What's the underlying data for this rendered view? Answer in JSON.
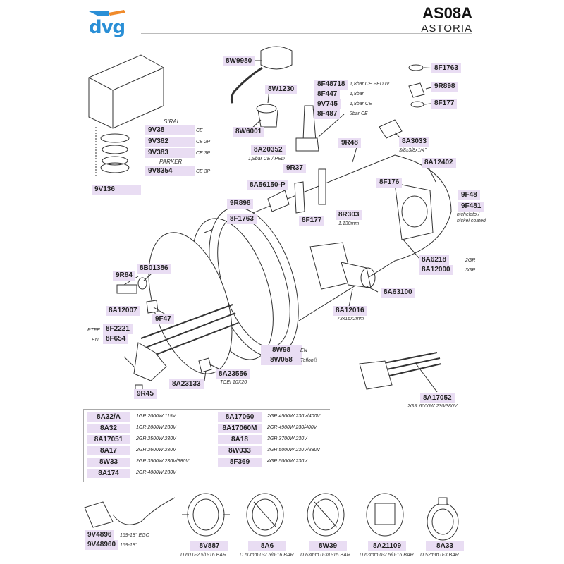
{
  "header": {
    "brand": "dvg",
    "code": "AS08A",
    "model": "ASTORIA"
  },
  "colors": {
    "label_bg": "#e9ddf3",
    "brand": "#2a8fd6"
  },
  "parts": {
    "p8W9980": "8W9980",
    "p8W1230": "8W1230",
    "p8W6001": "8W6001",
    "p8F48718": "8F48718",
    "n8F48718": "1,8bar CE PED IV",
    "p8F447": "8F447",
    "n8F447": "1,8bar",
    "p9V745": "9V745",
    "n9V745": "1,8bar CE",
    "p8F487": "8F487",
    "n8F487": "2bar CE",
    "p8F1763a": "8F1763",
    "p9R898a": "9R898",
    "p8F177a": "8F177",
    "sirai": "SIRAI",
    "p9V38": "9V38",
    "n9V38": "CE",
    "p9V382": "9V382",
    "n9V382": "CE 2P",
    "p9V383": "9V383",
    "n9V383": "CE 3P",
    "parker": "PARKER",
    "p9V8354": "9V8354",
    "n9V8354": "CE 3P",
    "p9V136": "9V136",
    "p8A20352": "8A20352",
    "n8A20352": "1,9bar CE / PED",
    "p9R48": "9R48",
    "p8A3033": "8A3033",
    "n8A3033": "3/8x3/8x1/4\"",
    "p8A12402": "8A12402",
    "p9R37": "9R37",
    "p8A56150P": "8A56150-P",
    "p8F176": "8F176",
    "p9F48": "9F48",
    "p9F481": "9F481",
    "n9F481": "nichelato /\nnickel coated",
    "p9R898b": "9R898",
    "p8F1763b": "8F1763",
    "p8F177b": "8F177",
    "p8R303": "8R303",
    "n8R303": "1.130mm",
    "p8A6218": "8A6218",
    "n8A6218": "2GR",
    "p8A12000": "8A12000",
    "n8A12000": "3GR",
    "p8B01386": "8B01386",
    "p9R84": "9R84",
    "p8A63100": "8A63100",
    "p8A12016": "8A12016",
    "n8A12016": "73x16x2mm",
    "p8A12007": "8A12007",
    "p9F47": "9F47",
    "ptfe": "PTFE",
    "p8F2221": "8F2221",
    "en": "EN",
    "p8F654": "8F654",
    "p8W98": "8W98",
    "n8W98": "EN",
    "p8W058": "8W058",
    "n8W058": "Teflon®",
    "p8A23556": "8A23556",
    "n8A23556": "TCEI 10X20",
    "p8A23133": "8A23133",
    "p9R45": "9R45",
    "p8A17052": "8A17052",
    "n8A17052": "2GR 6000W 230/380V"
  },
  "heating_table": {
    "left": [
      {
        "code": "8A32/A",
        "desc": "1GR 2000W 115V"
      },
      {
        "code": "8A32",
        "desc": "1GR 2000W 230V"
      },
      {
        "code": "8A17051",
        "desc": "2GR 2500W 230V"
      },
      {
        "code": "8A17",
        "desc": "2GR 2600W 230V"
      },
      {
        "code": "8W33",
        "desc": "2GR 3500W 230V/380V"
      },
      {
        "code": "8A174",
        "desc": "2GR 4000W 230V"
      }
    ],
    "right": [
      {
        "code": "8A17060",
        "desc": "2GR 4500W 230V/400V"
      },
      {
        "code": "8A17060M",
        "desc": "2GR 4900W 230/400V"
      },
      {
        "code": "8A18",
        "desc": "3GR 3700W 230V"
      },
      {
        "code": "8W033",
        "desc": "3GR 5000W 230V/380V"
      },
      {
        "code": "8F369",
        "desc": "4GR 5000W 230V"
      }
    ]
  },
  "bottom": {
    "p9V4896": "9V4896",
    "n9V4896": "169-18° EGO",
    "p9V48960": "9V48960",
    "n9V48960": "169-18°",
    "gauges": [
      {
        "code": "8V887",
        "desc": "D.60 0-2.5/0-16 BAR"
      },
      {
        "code": "8A6",
        "desc": "D.60mm 0-2.5/0-16 BAR"
      },
      {
        "code": "8W39",
        "desc": "D.63mm 0-3/0-15 BAR"
      },
      {
        "code": "8A21109",
        "desc": "D.63mm 0-2.5/0-16 BAR"
      },
      {
        "code": "8A33",
        "desc": "D.52mm 0-3 BAR"
      }
    ]
  }
}
